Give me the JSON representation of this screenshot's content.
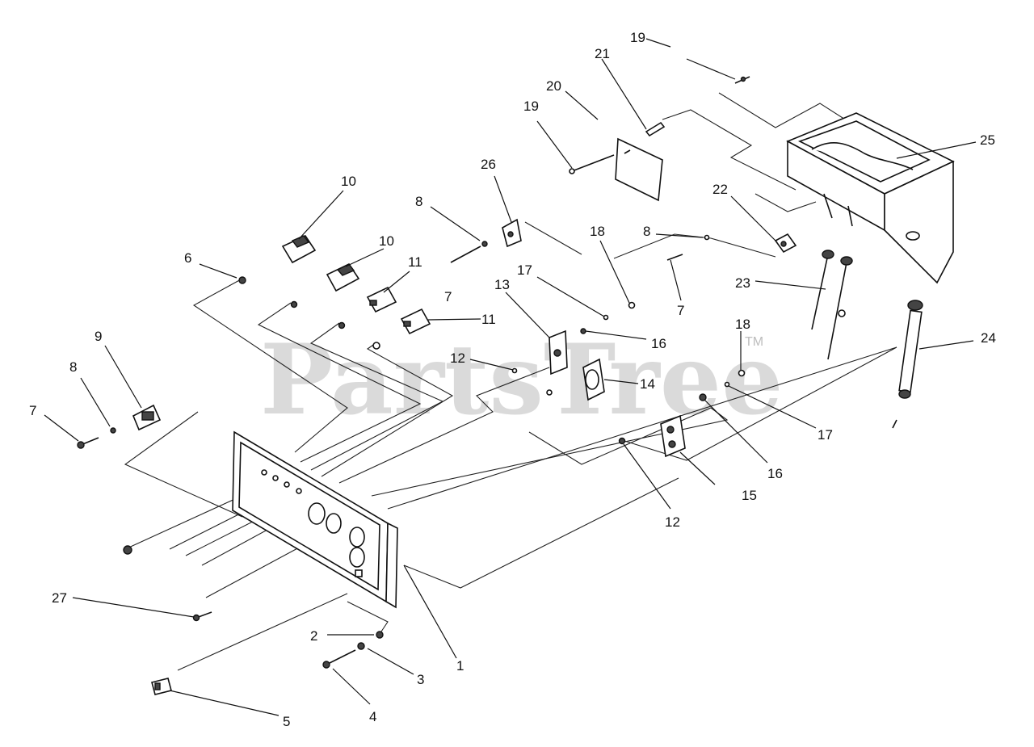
{
  "watermark": {
    "text": "PartsTree",
    "tm": "TM"
  },
  "callouts": [
    {
      "id": "c1",
      "label": "1"
    },
    {
      "id": "c2",
      "label": "2"
    },
    {
      "id": "c3",
      "label": "3"
    },
    {
      "id": "c4",
      "label": "4"
    },
    {
      "id": "c5",
      "label": "5"
    },
    {
      "id": "c6",
      "label": "6"
    },
    {
      "id": "c7a",
      "label": "7"
    },
    {
      "id": "c7b",
      "label": "7"
    },
    {
      "id": "c7c",
      "label": "7"
    },
    {
      "id": "c8a",
      "label": "8"
    },
    {
      "id": "c8b",
      "label": "8"
    },
    {
      "id": "c8c",
      "label": "8"
    },
    {
      "id": "c9",
      "label": "9"
    },
    {
      "id": "c10a",
      "label": "10"
    },
    {
      "id": "c10b",
      "label": "10"
    },
    {
      "id": "c11a",
      "label": "11"
    },
    {
      "id": "c11b",
      "label": "11"
    },
    {
      "id": "c12a",
      "label": "12"
    },
    {
      "id": "c12b",
      "label": "12"
    },
    {
      "id": "c13",
      "label": "13"
    },
    {
      "id": "c14",
      "label": "14"
    },
    {
      "id": "c15",
      "label": "15"
    },
    {
      "id": "c16a",
      "label": "16"
    },
    {
      "id": "c16b",
      "label": "16"
    },
    {
      "id": "c17a",
      "label": "17"
    },
    {
      "id": "c17b",
      "label": "17"
    },
    {
      "id": "c18a",
      "label": "18"
    },
    {
      "id": "c18b",
      "label": "18"
    },
    {
      "id": "c19a",
      "label": "19"
    },
    {
      "id": "c19b",
      "label": "19"
    },
    {
      "id": "c20",
      "label": "20"
    },
    {
      "id": "c21",
      "label": "21"
    },
    {
      "id": "c22",
      "label": "22"
    },
    {
      "id": "c23",
      "label": "23"
    },
    {
      "id": "c24",
      "label": "24"
    },
    {
      "id": "c25",
      "label": "25"
    },
    {
      "id": "c26",
      "label": "26"
    },
    {
      "id": "c27",
      "label": "27"
    }
  ]
}
